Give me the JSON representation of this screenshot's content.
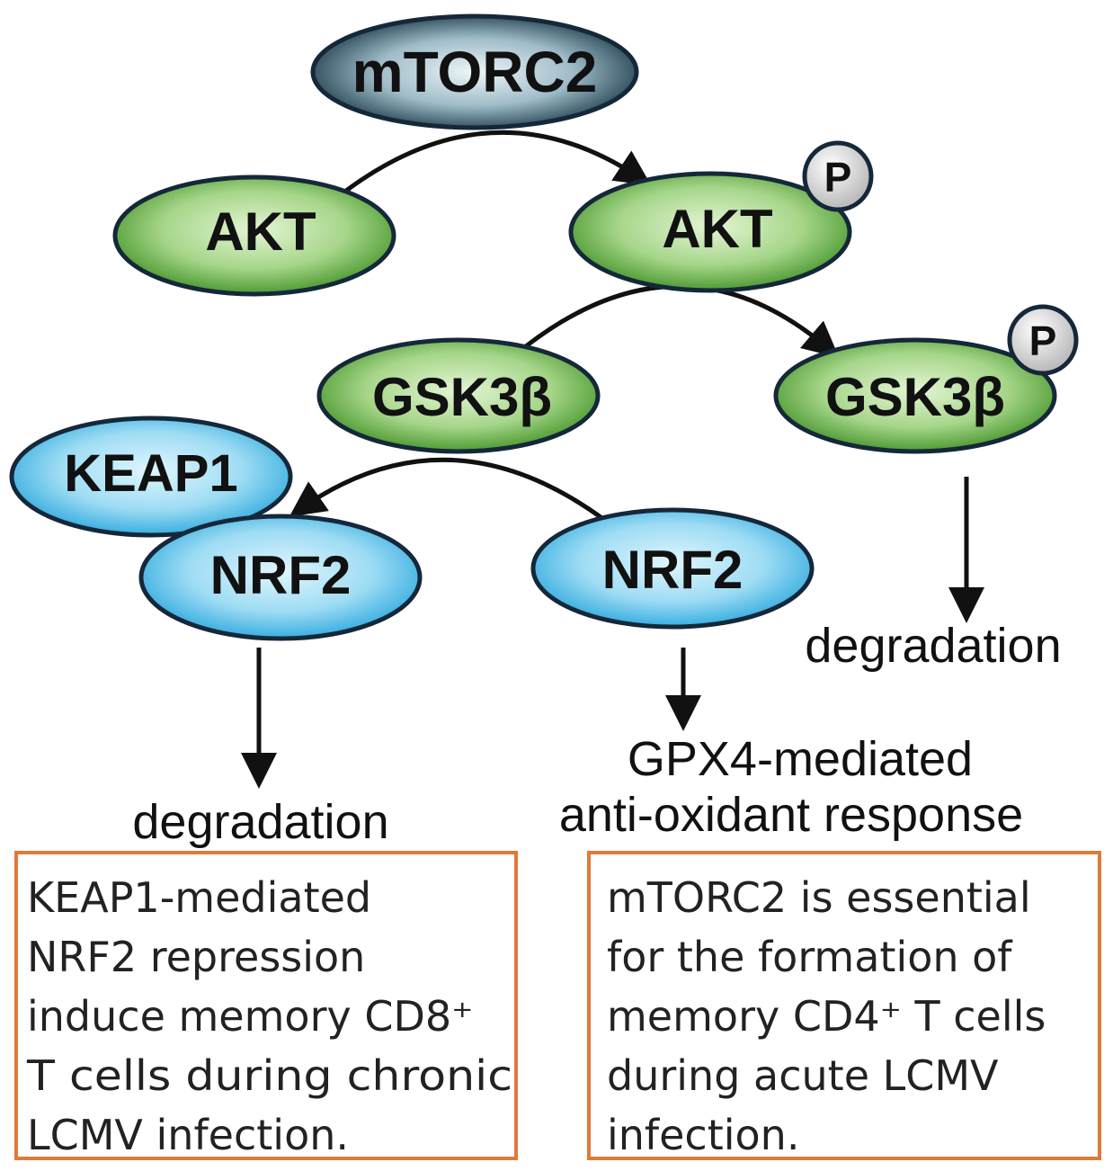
{
  "nodes": {
    "mtorc2": "mTORC2",
    "akt_left": "AKT",
    "akt_right": "AKT",
    "gsk_left": "GSK3β",
    "gsk_right": "GSK3β",
    "keap1": "KEAP1",
    "nrf2_left": "NRF2",
    "nrf2_right": "NRF2",
    "phospho": "P"
  },
  "outcomes": {
    "degradation_right": "degradation",
    "degradation_left": "degradation",
    "gpx4_line1": "GPX4-mediated",
    "gpx4_line2": "anti-oxidant response"
  },
  "boxes": {
    "left": [
      "KEAP1-mediated",
      "NRF2 repression",
      "induce memory CD8⁺",
      "T cells during chronic",
      "LCMV infection."
    ],
    "right": [
      "mTORC2 is essential",
      "for the formation of",
      "memory CD4⁺ T cells",
      "during acute LCMV",
      "infection."
    ]
  },
  "colors": {
    "box_border": "#e07a3a",
    "green": "#5aa83a",
    "blue": "#3ab0e0",
    "mtorc2": "#1d3a4a"
  }
}
